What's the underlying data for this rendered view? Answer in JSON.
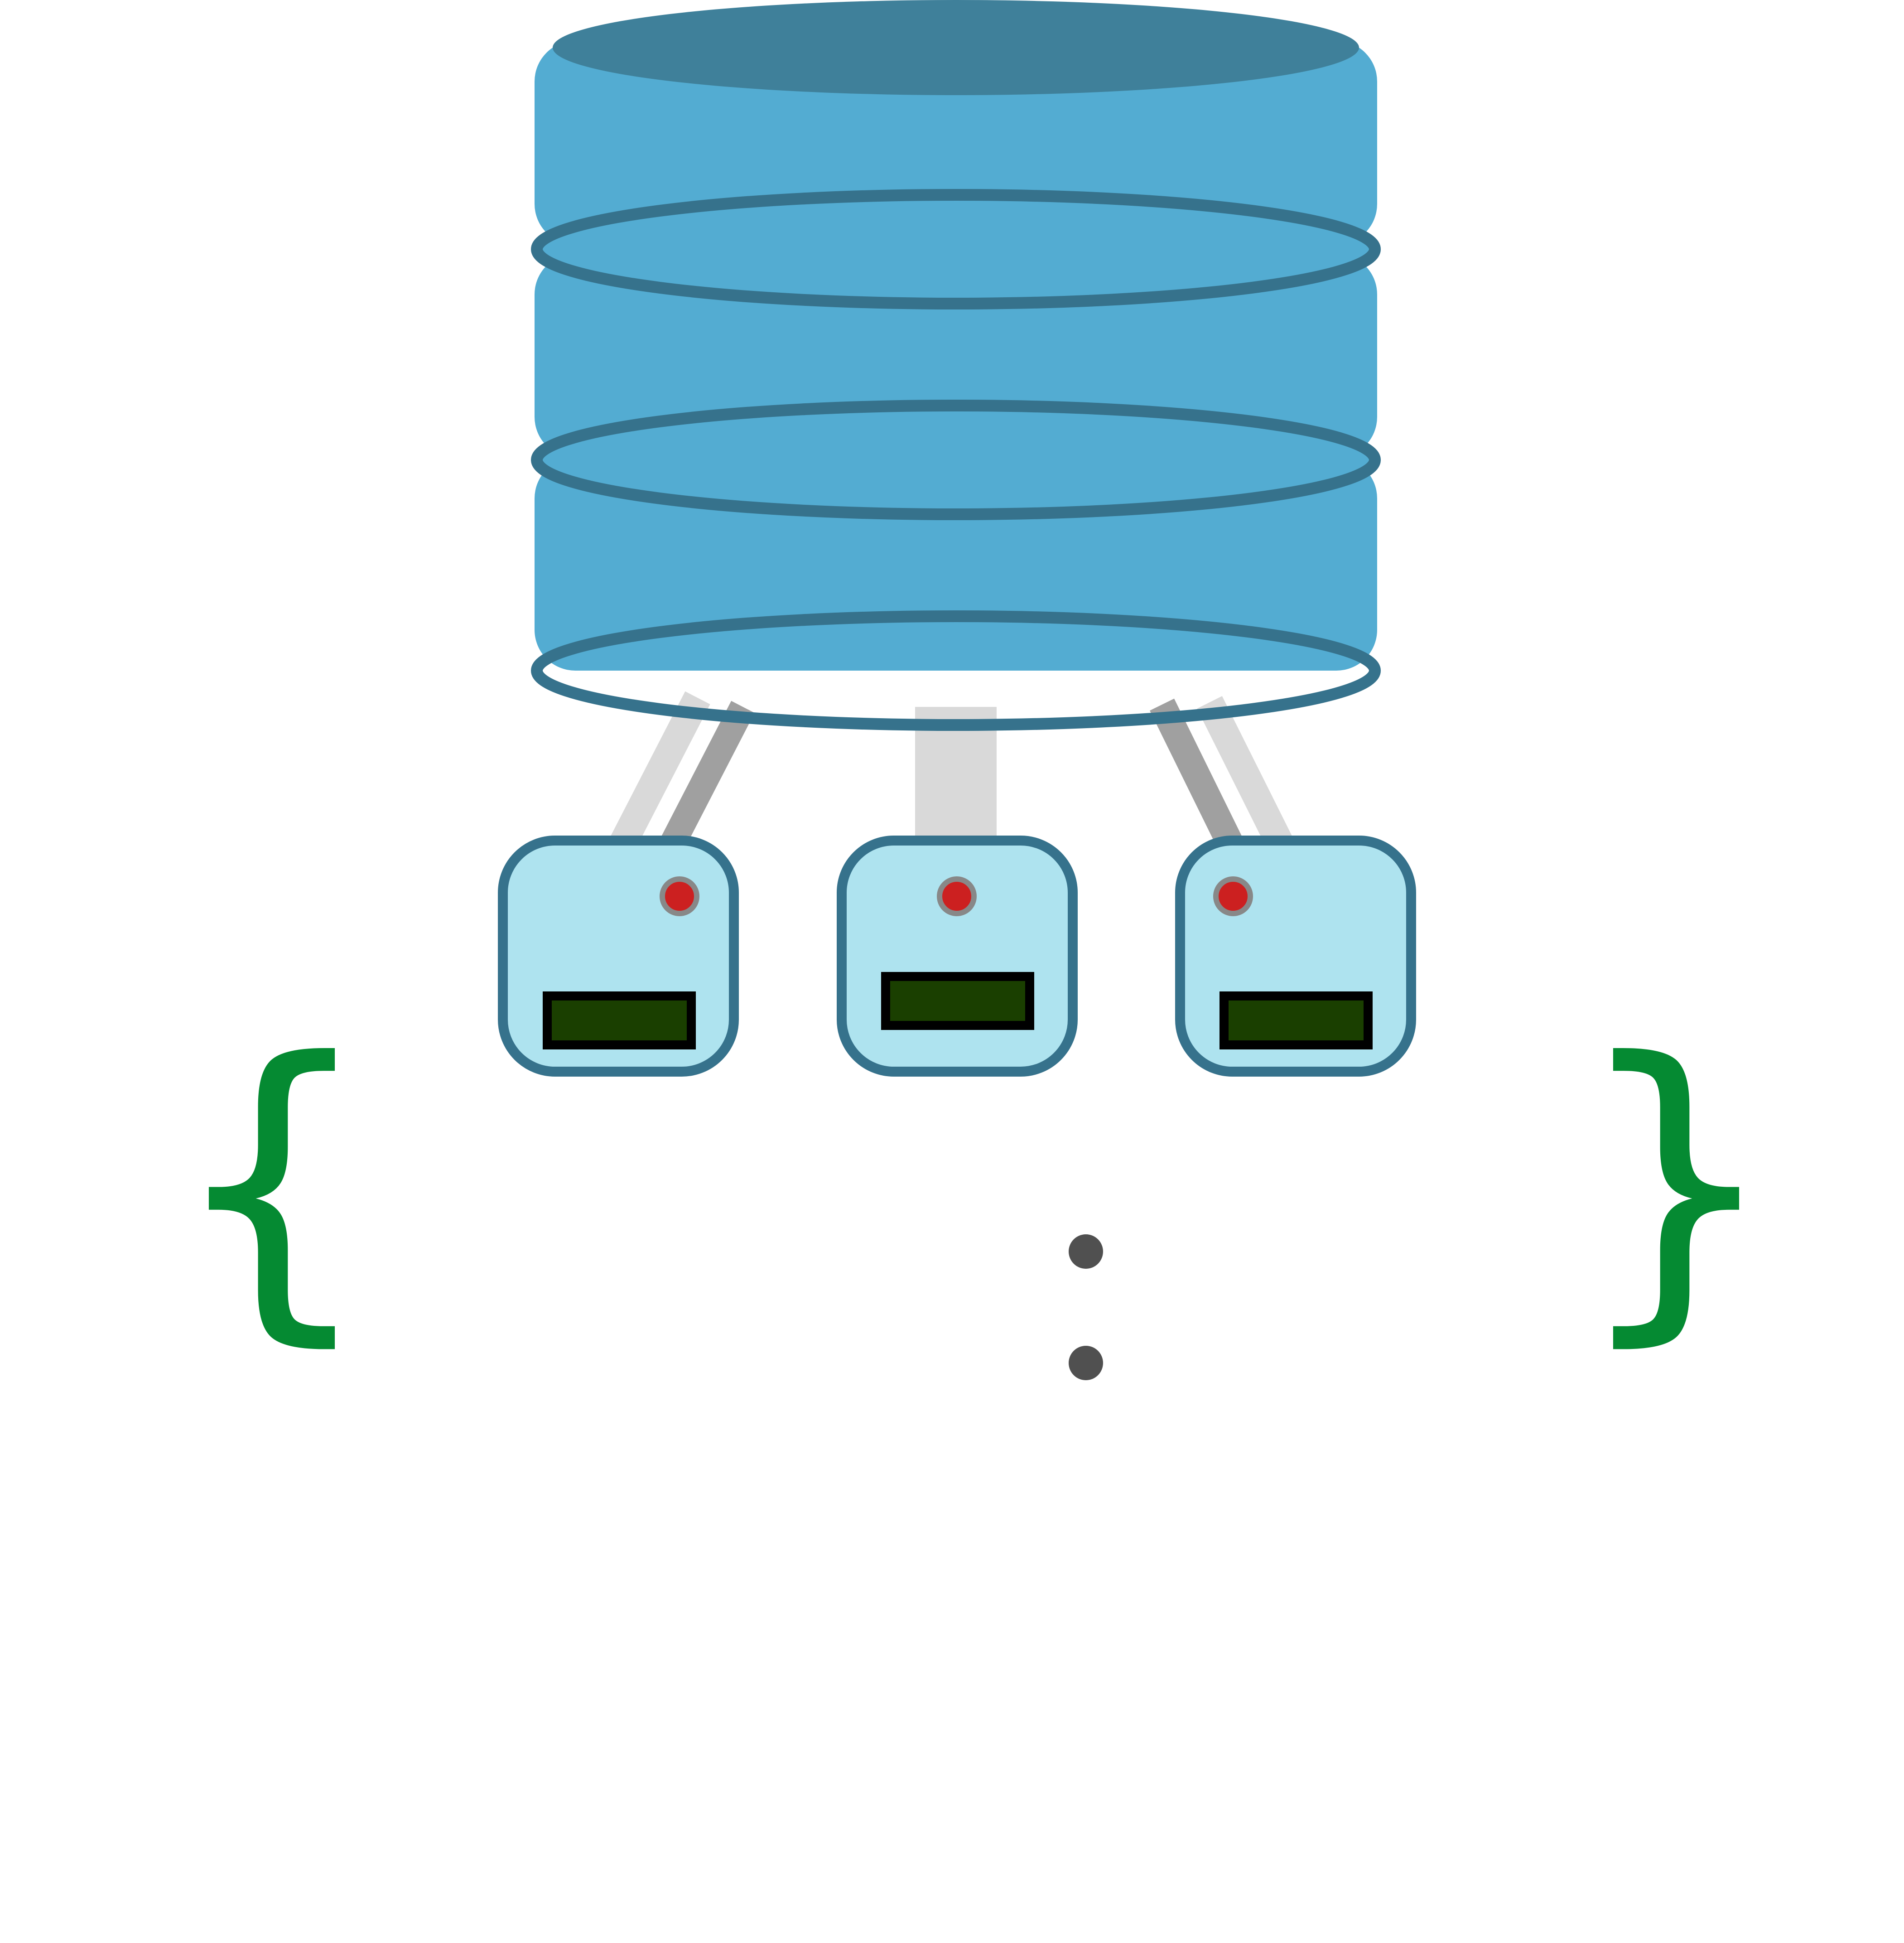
{
  "colors": {
    "background": "#ffffff",
    "db_body": "#53acd2",
    "db_top": "#3f809a",
    "db_rim": "#36728c",
    "connector_light": "#d9d9d9",
    "connector_dark": "#a0a0a0",
    "drive_fill": "#aee3ef",
    "drive_stroke": "#36728c",
    "drive_led": "#cc2020",
    "drive_led_ring": "#888888",
    "drive_slot": "#1a3f00",
    "brace": "#058a32",
    "colon": "#505050"
  },
  "database": {
    "icon": "database-icon",
    "disk_count": 3
  },
  "drives": [
    {
      "icon": "hard-drive-icon",
      "led": "on"
    },
    {
      "icon": "hard-drive-icon",
      "led": "on"
    },
    {
      "icon": "hard-drive-icon",
      "led": "on"
    }
  ],
  "expression": {
    "open_brace": "{",
    "separator": ":",
    "close_brace": "}"
  }
}
